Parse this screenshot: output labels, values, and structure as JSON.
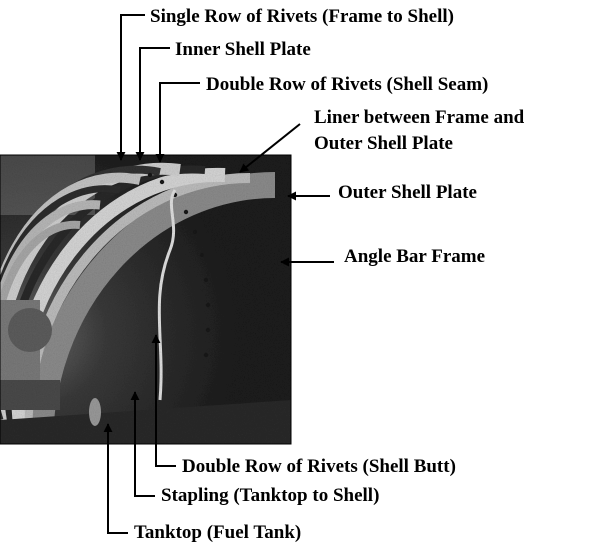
{
  "diagram": {
    "labels": {
      "single_row_rivets": "Single Row of Rivets (Frame to Shell)",
      "inner_shell_plate": "Inner Shell Plate",
      "double_row_rivets_seam": "Double Row of Rivets (Shell Seam)",
      "liner_line1": "Liner between Frame and",
      "liner_line2": "Outer Shell Plate",
      "outer_shell_plate": "Outer Shell Plate",
      "angle_bar_frame": "Angle Bar Frame",
      "double_row_rivets_butt": "Double Row of Rivets (Shell Butt)",
      "stapling": "Stapling (Tanktop to Shell)",
      "tanktop": "Tanktop (Fuel Tank)"
    },
    "colors": {
      "ink": "#000000",
      "background": "#ffffff"
    }
  }
}
